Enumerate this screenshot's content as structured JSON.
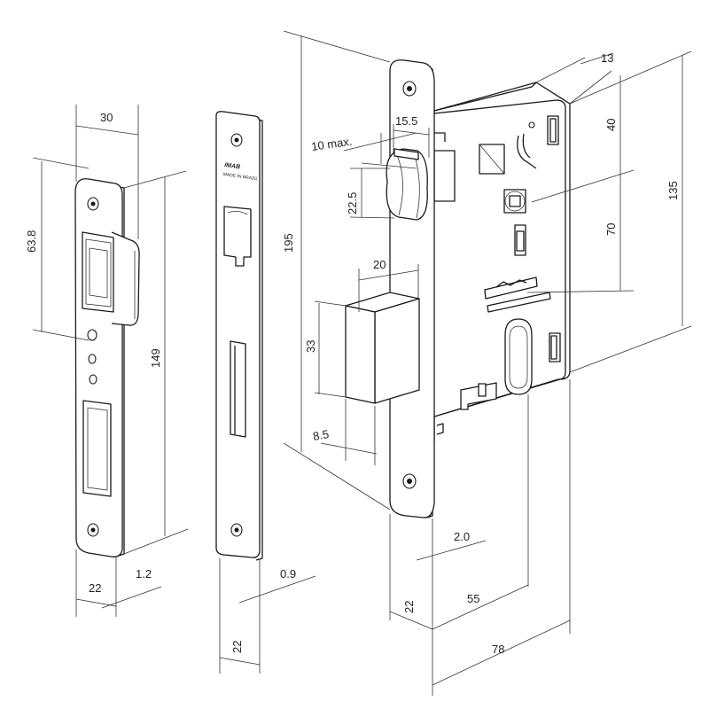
{
  "dims": {
    "strike1_width": "30",
    "strike1_screw_spacing": "63.8",
    "strike1_height": "149",
    "strike1_thickness": "1.2",
    "strike1_face_width": "22",
    "strike2_thickness": "0.9",
    "strike2_face_width": "22",
    "lock_total_height": "195",
    "latch_max": "10 max.",
    "latch_height_mark": "15.5",
    "latch_offset": "22.5",
    "bolt_projection": "20",
    "bolt_height": "33",
    "bolt_thickness": "8.5",
    "case_thickness": "13",
    "case_top_to_follower": "40",
    "follower_to_cylinder": "70",
    "case_height": "135",
    "faceplate_thickness": "2.0",
    "faceplate_width": "22",
    "backset": "55",
    "case_depth": "78"
  },
  "brand": {
    "logo_text": "IMAB",
    "origin_text": "MADE IN BRAZIL"
  }
}
